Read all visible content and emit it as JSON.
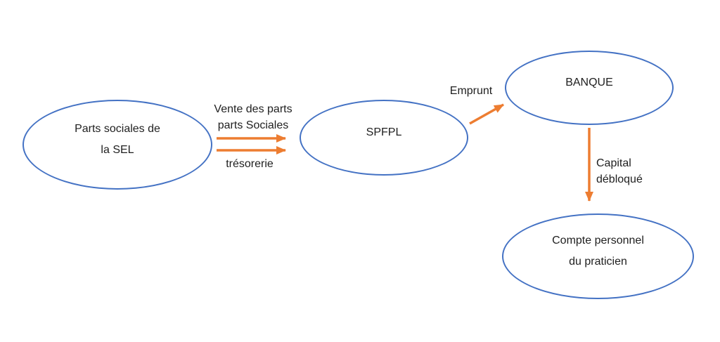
{
  "diagram": {
    "nodes": {
      "parts_sociales": {
        "line1": "Parts sociales de",
        "line2": "la SEL"
      },
      "spfpl": {
        "label": "SPFPL"
      },
      "banque": {
        "label": "BANQUE"
      },
      "compte_personnel": {
        "line1": "Compte personnel",
        "line2": "du praticien"
      }
    },
    "edge_labels": {
      "vente_line1": "Vente des parts",
      "vente_line2": "parts Sociales",
      "tresorerie": "trésorerie",
      "emprunt": "Emprunt",
      "capital_line1": "Capital",
      "capital_line2": "débloqué"
    },
    "colors": {
      "node_stroke": "#4472C4",
      "arrow": "#ED7D31",
      "text": "#1F1F1F",
      "background": "#FFFFFF"
    }
  }
}
